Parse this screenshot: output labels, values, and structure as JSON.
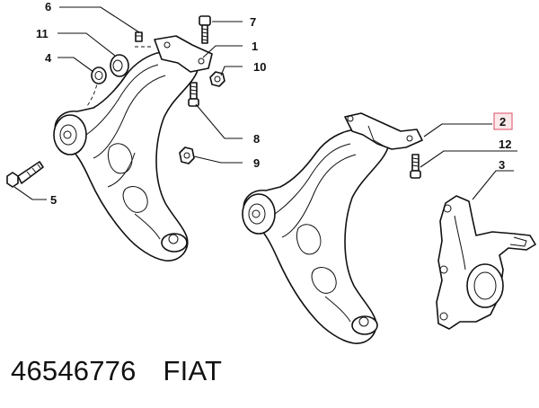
{
  "callouts": [
    {
      "id": "c6",
      "label": "6"
    },
    {
      "id": "c7",
      "label": "7"
    },
    {
      "id": "c11",
      "label": "11"
    },
    {
      "id": "c1",
      "label": "1"
    },
    {
      "id": "c4",
      "label": "4"
    },
    {
      "id": "c10",
      "label": "10"
    },
    {
      "id": "c8",
      "label": "8"
    },
    {
      "id": "c9",
      "label": "9"
    },
    {
      "id": "c5",
      "label": "5"
    },
    {
      "id": "c2",
      "label": "2",
      "highlighted": true
    },
    {
      "id": "c12",
      "label": "12"
    },
    {
      "id": "c3",
      "label": "3"
    }
  ],
  "caption": {
    "part_number": "46546776",
    "brand": "FIAT"
  },
  "colors": {
    "line": "#111111",
    "highlight_fill": "#fde8ea",
    "highlight_border": "#e06a7c"
  }
}
